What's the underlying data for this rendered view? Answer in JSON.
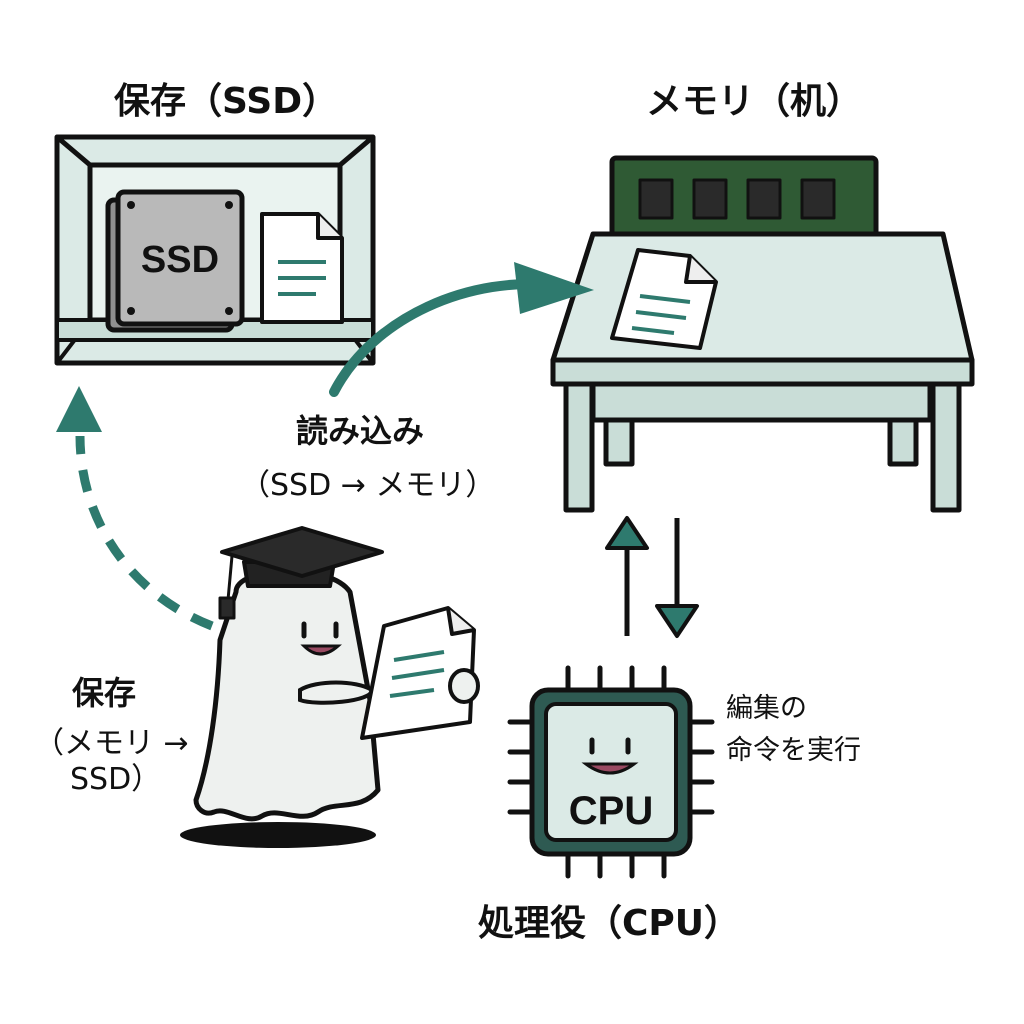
{
  "labels": {
    "storage_title": "保存（SSD）",
    "memory_title": "メモリ（机）",
    "read_title": "読み込み",
    "read_sub": "（SSD → メモリ）",
    "save_title": "保存",
    "save_sub_line1": "（メモリ →",
    "save_sub_line2": "SSD）",
    "cpu_title": "処理役（CPU）",
    "cpu_note_line1": "編集の",
    "cpu_note_line2": "命令を実行",
    "ssd_chip_text": "SSD",
    "cpu_chip_text": "CPU"
  },
  "colors": {
    "outline": "#111111",
    "mint_fill": "#dbeae6",
    "teal_arrow": "#2e7a6e",
    "ram_green": "#2f5a34",
    "ram_chip": "#2a2a2a",
    "ram_gold": "#d8b54a",
    "ssd_gray": "#b9b9b9",
    "ghost_fill": "#eef1ef",
    "mouth_pink": "#9a4a62"
  },
  "icons": [
    "shelf-icon",
    "ssd-icon",
    "document-icon",
    "memory-module-icon",
    "desk-icon",
    "cpu-chip-icon",
    "ghost-mascot-icon",
    "graduation-cap-icon"
  ]
}
